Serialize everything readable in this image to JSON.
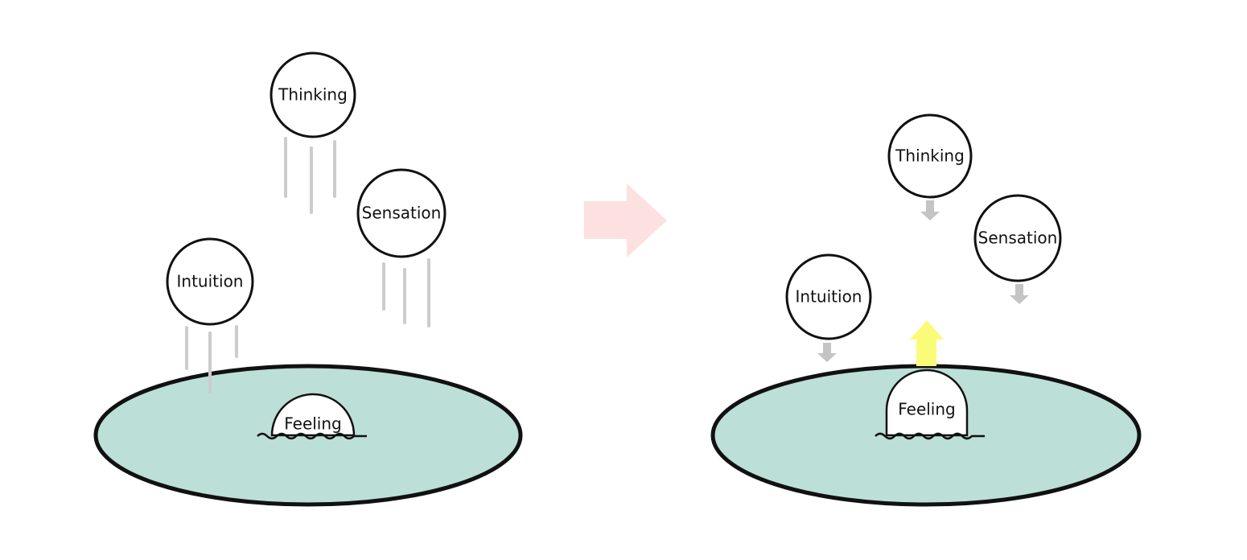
{
  "colors": {
    "pool_fill": "#bcdfd8",
    "stroke": "#111111",
    "circle_fill": "#ffffff",
    "motion_line": "#cccccc",
    "transition_arrow": "#fde0e0",
    "down_arrow": "#c4c4c4",
    "up_arrow": "#fbfb7a"
  },
  "icons": {
    "transition": "right-arrow-icon",
    "sinking": "down-arrow-icon",
    "rising": "up-arrow-icon"
  },
  "left_panel": {
    "thinking": "Thinking",
    "sensation": "Sensation",
    "intuition": "Intuition",
    "feeling": "Feeling"
  },
  "right_panel": {
    "thinking": "Thinking",
    "sensation": "Sensation",
    "intuition": "Intuition",
    "feeling": "Feeling"
  }
}
